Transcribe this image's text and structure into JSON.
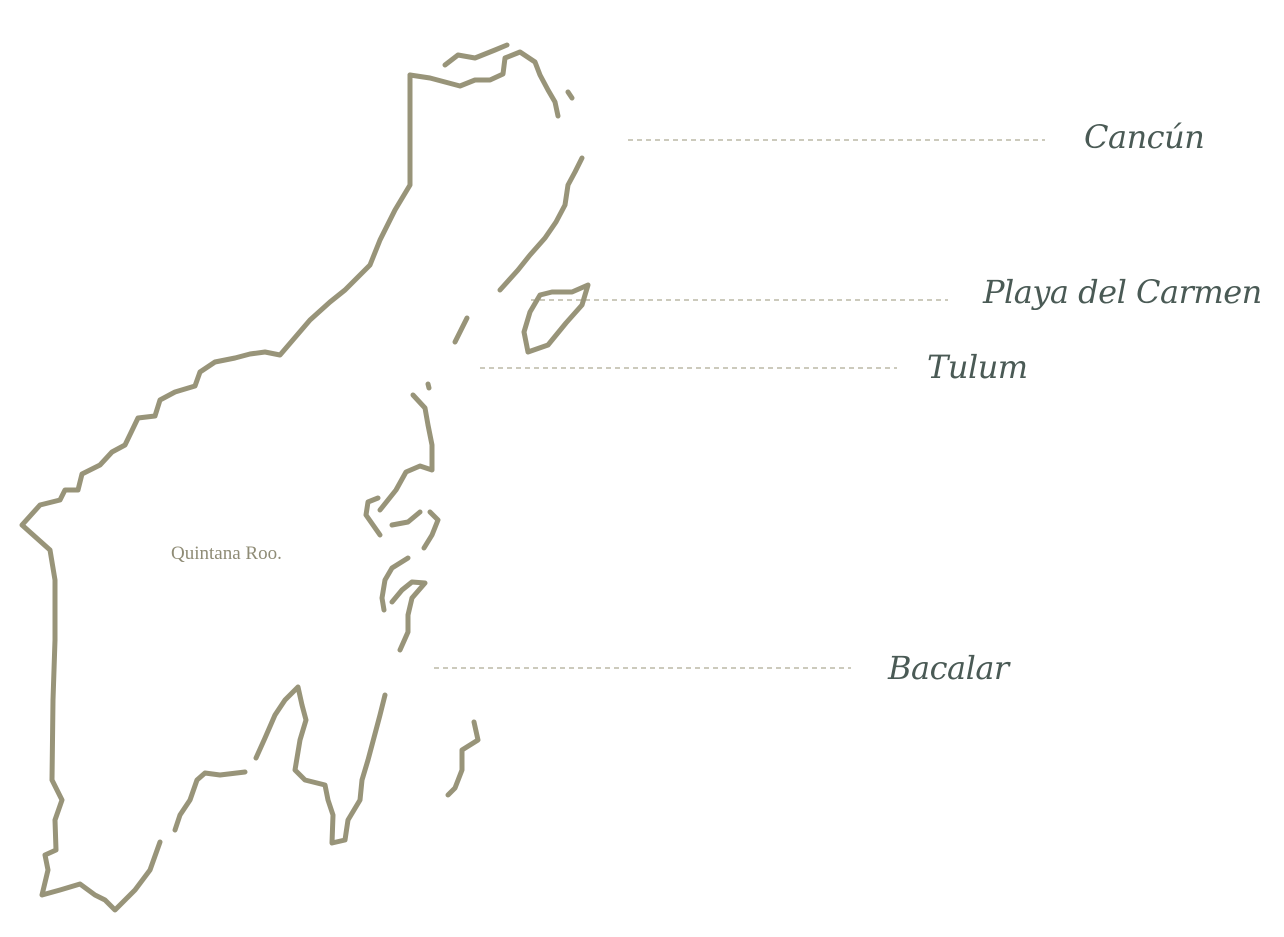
{
  "map": {
    "region_label": "Quintana Roo.",
    "coast_color": "#989479",
    "label_color": "#4a5a55",
    "cities": [
      {
        "name": "Cancún"
      },
      {
        "name": "Playa del Carmen"
      },
      {
        "name": "Tulum"
      },
      {
        "name": "Bacalar"
      }
    ]
  }
}
